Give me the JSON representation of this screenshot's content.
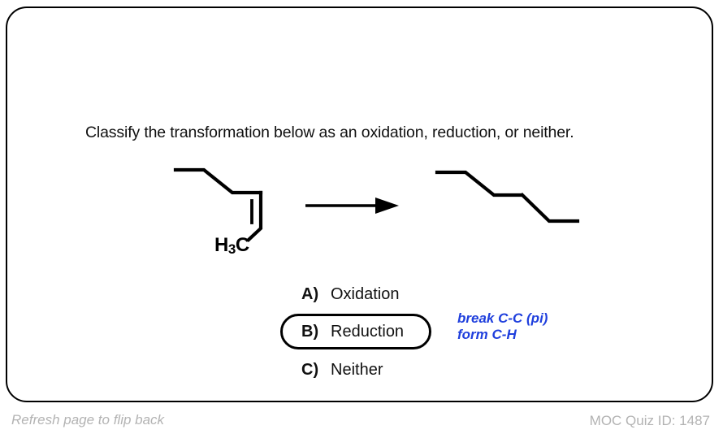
{
  "card": {
    "prompt": "Classify the transformation below as an oxidation, reduction, or neither."
  },
  "reaction": {
    "reactant": {
      "name": "cis-2-hexene",
      "label": "H",
      "label_sub": "3",
      "label_tail": "C",
      "description": "zigzag six-carbon chain with a cis carbon-carbon double bond"
    },
    "arrow": {
      "name": "reaction-arrow",
      "direction": "right"
    },
    "product": {
      "name": "hexane",
      "description": "saturated zigzag six-carbon chain"
    }
  },
  "options": [
    {
      "letter": "A)",
      "text": "Oxidation",
      "selected": false
    },
    {
      "letter": "B)",
      "text": "Reduction",
      "selected": true
    },
    {
      "letter": "C)",
      "text": "Neither",
      "selected": false
    }
  ],
  "annotation": {
    "line1": "break C-C (pi)",
    "line2": "form C-H",
    "color": "#1f3fdd"
  },
  "footer": {
    "left": "Refresh page to flip back",
    "right": "MOC Quiz ID: 1487",
    "color": "#b3b3b3"
  }
}
